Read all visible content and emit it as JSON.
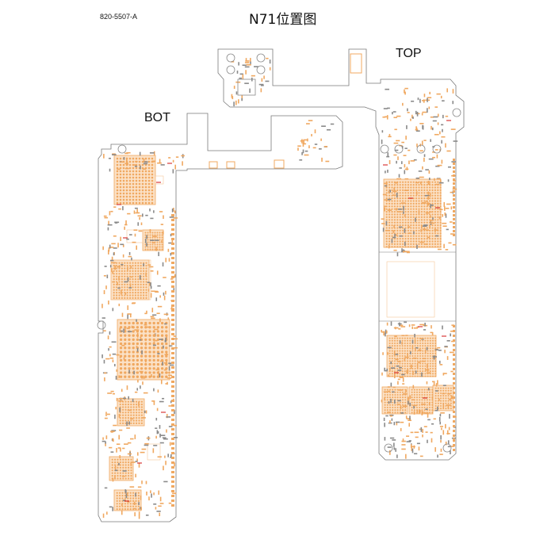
{
  "header": {
    "part_number": "820-5507-A",
    "title": "N71位置图"
  },
  "boards": {
    "top_label": "TOP",
    "bot_label": "BOT"
  },
  "colors": {
    "outline": "#7a7a7a",
    "pad": "#f0a860",
    "pad_light": "#f7c79a",
    "pad_fill": "#fbe1c6",
    "marker": "#d01010",
    "silk": "#8a8a8a"
  }
}
